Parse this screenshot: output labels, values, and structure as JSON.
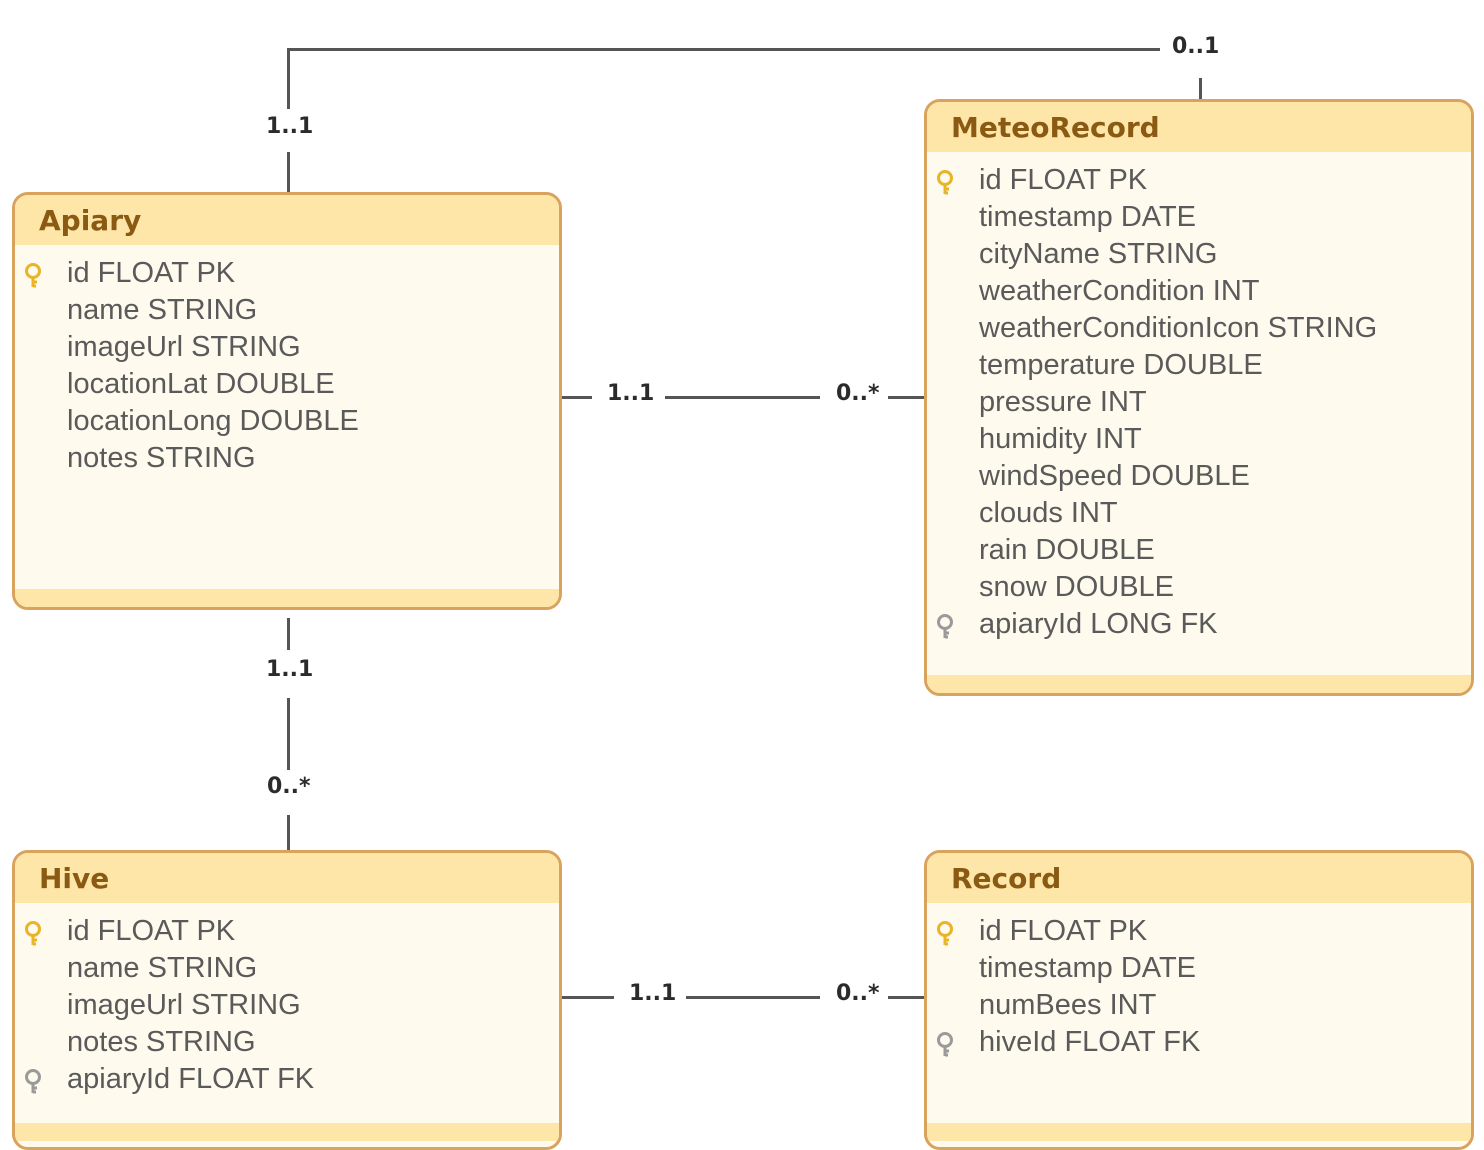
{
  "colors": {
    "entity_border": "#d9a35d",
    "entity_header": "#fde6a8",
    "entity_body": "#fefaee",
    "entity_title": "#8a5a13",
    "attribute_text": "#5a5a5a",
    "connector": "#555555",
    "primary_key_icon": "#e8b428",
    "foreign_key_icon": "#9a9a9a"
  },
  "entities": {
    "apiary": {
      "title": "Apiary",
      "attributes": [
        {
          "text": "id FLOAT PK",
          "key": "primary-key-icon"
        },
        {
          "text": "name STRING",
          "key": ""
        },
        {
          "text": "imageUrl STRING",
          "key": ""
        },
        {
          "text": "locationLat DOUBLE",
          "key": ""
        },
        {
          "text": "locationLong DOUBLE",
          "key": ""
        },
        {
          "text": "notes STRING",
          "key": ""
        }
      ]
    },
    "meteo_record": {
      "title": "MeteoRecord",
      "attributes": [
        {
          "text": "id FLOAT PK",
          "key": "primary-key-icon"
        },
        {
          "text": "timestamp DATE",
          "key": ""
        },
        {
          "text": "cityName STRING",
          "key": ""
        },
        {
          "text": "weatherCondition INT",
          "key": ""
        },
        {
          "text": "weatherConditionIcon STRING",
          "key": ""
        },
        {
          "text": "temperature DOUBLE",
          "key": ""
        },
        {
          "text": "pressure INT",
          "key": ""
        },
        {
          "text": "humidity INT",
          "key": ""
        },
        {
          "text": "windSpeed DOUBLE",
          "key": ""
        },
        {
          "text": "clouds INT",
          "key": ""
        },
        {
          "text": "rain DOUBLE",
          "key": ""
        },
        {
          "text": "snow DOUBLE",
          "key": ""
        },
        {
          "text": "apiaryId LONG FK",
          "key": "foreign-key-icon"
        }
      ]
    },
    "hive": {
      "title": "Hive",
      "attributes": [
        {
          "text": "id FLOAT PK",
          "key": "primary-key-icon"
        },
        {
          "text": "name STRING",
          "key": ""
        },
        {
          "text": "imageUrl STRING",
          "key": ""
        },
        {
          "text": "notes STRING",
          "key": ""
        },
        {
          "text": "apiaryId FLOAT FK",
          "key": "foreign-key-icon"
        }
      ]
    },
    "record": {
      "title": "Record",
      "attributes": [
        {
          "text": "id FLOAT PK",
          "key": "primary-key-icon"
        },
        {
          "text": "timestamp DATE",
          "key": ""
        },
        {
          "text": "numBees INT",
          "key": ""
        },
        {
          "text": "hiveId FLOAT FK",
          "key": "foreign-key-icon"
        }
      ]
    }
  },
  "relationships": {
    "apiary_meteo_top": {
      "from": "1..1",
      "to": "0..1"
    },
    "apiary_meteo_side": {
      "from": "1..1",
      "to": "0..*"
    },
    "apiary_hive": {
      "from": "1..1",
      "to": "0..*"
    },
    "hive_record": {
      "from": "1..1",
      "to": "0..*"
    }
  }
}
